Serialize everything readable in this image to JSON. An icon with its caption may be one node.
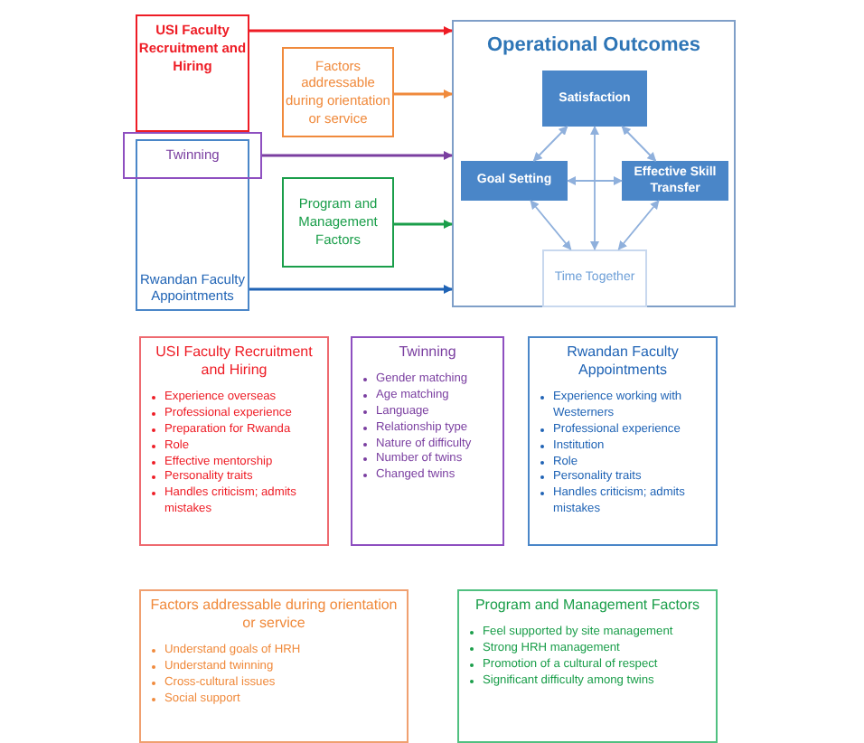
{
  "diagram": {
    "nodes": [
      {
        "text": [
          "USI Faculty Recruitment and Hiring"
        ]
      },
      {
        "text": [
          "Factors addressable during orientation or service"
        ]
      },
      {
        "text": [
          "Twinning"
        ]
      },
      {
        "text": [
          "Program and Management Factors"
        ]
      },
      {
        "text": [
          "Rwandan Faculty Appointments"
        ]
      },
      {
        "text": [
          "Operational Outcomes"
        ]
      },
      {
        "text": [
          "Satisfaction"
        ],
        "in": 5
      },
      {
        "text": [
          "Goal Setting"
        ],
        "in": 5
      },
      {
        "text": [
          "Effective Skill Transfer"
        ],
        "in": 5
      },
      {
        "text": [
          "Time Together"
        ],
        "in": 5
      },
      {
        "text": [
          "USI Faculty Recruitment and Hiring",
          "Experience overseas",
          "Professional experience",
          "Preparation for Rwanda",
          "Role",
          "Effective mentorship",
          "Personality traits",
          "Handles criticism; admits mistakes"
        ]
      },
      {
        "text": [
          "Twinning",
          "Gender matching",
          "Age matching",
          "Language",
          "Relationship type",
          "Nature of difficulty",
          "Number of twins",
          "Changed twins"
        ]
      },
      {
        "text": [
          "Rwandan Faculty Appointments",
          "Experience working with Westerners",
          "Professional experience",
          "Institution",
          "Role",
          "Personality traits",
          "Handles criticism; admits mistakes"
        ]
      },
      {
        "text": [
          "Factors addressable during orientation or service",
          "Understand goals of HRH",
          "Understand twinning",
          "Cross-cultural issues",
          "Social support"
        ]
      },
      {
        "text": [
          "Program and Management Factors",
          "Feel supported by site management",
          "Strong HRH management",
          "Promotion of a cultural of respect",
          "Significant difficulty among twins"
        ]
      }
    ],
    "edges": [
      {
        "from": 0,
        "to": 5,
        "arrow": "to",
        "color": "#ee1c25"
      },
      {
        "from": 1,
        "to": 5,
        "arrow": "to",
        "color": "#f08a3c"
      },
      {
        "from": 2,
        "to": 5,
        "arrow": "to",
        "color": "#7a3ea0"
      },
      {
        "from": 3,
        "to": 5,
        "arrow": "to",
        "color": "#1a9e4a"
      },
      {
        "from": 4,
        "to": 5,
        "arrow": "to",
        "color": "#1f63b5"
      },
      {
        "from": 6,
        "to": 7,
        "arrow": "both"
      },
      {
        "from": 6,
        "to": 8,
        "arrow": "both"
      },
      {
        "from": 7,
        "to": 8,
        "arrow": "both"
      },
      {
        "from": 6,
        "to": 9,
        "arrow": "both"
      },
      {
        "from": 7,
        "to": 9,
        "arrow": "both"
      },
      {
        "from": 8,
        "to": 9,
        "arrow": "both"
      }
    ]
  }
}
